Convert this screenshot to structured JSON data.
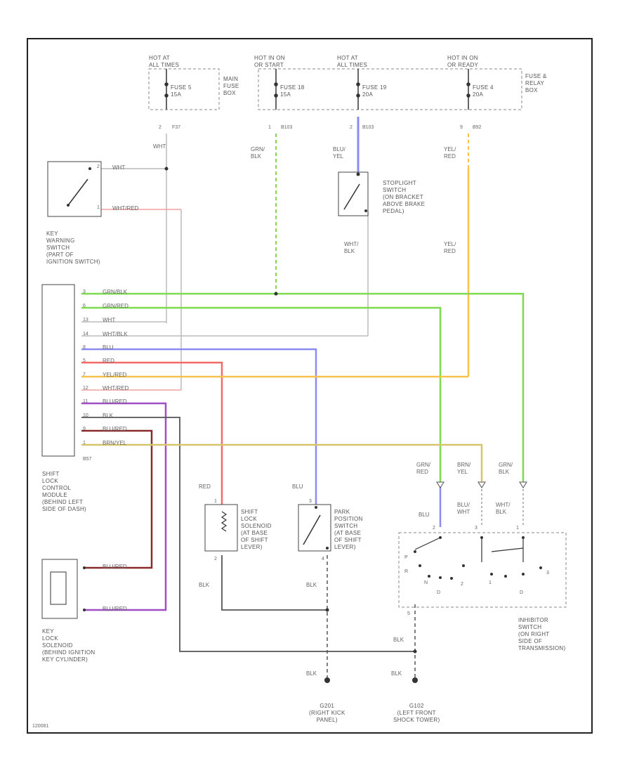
{
  "diagram": {
    "figure_id": "120081",
    "fuses": {
      "f1": {
        "hot": "HOT AT\nALL TIMES",
        "name": "FUSE 5\n15A",
        "box": "MAIN\nFUSE\nBOX",
        "pin": "2",
        "conn": "F37"
      },
      "f2": {
        "hot": "HOT IN ON\nOR START",
        "name": "FUSE 18\n15A",
        "pin": "1",
        "conn": "B103"
      },
      "f3": {
        "hot": "HOT AT\nALL TIMES",
        "name": "FUSE 19\n20A",
        "pin": "2",
        "conn": "B103"
      },
      "f4": {
        "hot": "HOT IN ON\nOR READY",
        "name": "FUSE 4\n20A",
        "box": "FUSE &\nRELAY\nBOX",
        "pin": "9",
        "conn": "B92"
      }
    },
    "wire_labels": {
      "w1": "WHT",
      "w2": "GRN/\nBLK",
      "w3": "BLU/\nYEL",
      "w4": "YEL/\nRED",
      "w5": "WHT/\nBLK",
      "w6": "YEL/\nRED",
      "w7": "GRN/\nRED",
      "w8": "BRN/\nYEL",
      "w9": "GRN/\nBLK",
      "w10": "RED",
      "w11": "BLU",
      "w12": "BLU",
      "w13": "BLU/\nWHT",
      "w14": "WHT/\nBLK",
      "w15": "BLK",
      "w16": "BLK",
      "w17": "BLK",
      "w18": "BLK",
      "w19": "BLK"
    },
    "key_warning": {
      "label": "KEY\nWARNING\nSWITCH\n(PART OF\nIGNITION SWITCH)",
      "pins": [
        {
          "pin": "2",
          "wire": "WHT"
        },
        {
          "pin": "1",
          "wire": "WHT/RED"
        }
      ]
    },
    "stoplight": {
      "label": "STOPLIGHT\nSWITCH\n(ON BRACKET\nABOVE BRAKE\nPEDAL)"
    },
    "module": {
      "label": "SHIFT\nLOCK\nCONTROL\nMODULE\n(BEHIND LEFT\nSIDE OF DASH)",
      "conn": "B57",
      "pins": [
        {
          "pin": "3",
          "wire": "GRN/BLK"
        },
        {
          "pin": "6",
          "wire": "GRN/RED"
        },
        {
          "pin": "13",
          "wire": "WHT"
        },
        {
          "pin": "14",
          "wire": "WHT/BLK"
        },
        {
          "pin": "8",
          "wire": "BLU"
        },
        {
          "pin": "5",
          "wire": "RED"
        },
        {
          "pin": "7",
          "wire": "YEL/RED"
        },
        {
          "pin": "12",
          "wire": "WHT/RED"
        },
        {
          "pin": "11",
          "wire": "BLU/RED"
        },
        {
          "pin": "10",
          "wire": "BLK"
        },
        {
          "pin": "9",
          "wire": "BLU/RED"
        },
        {
          "pin": "1",
          "wire": "BRN/YEL"
        }
      ]
    },
    "shift_lock_solenoid": {
      "label": "SHIFT\nLOCK\nSOLENOID\n(AT BASE\nOF SHIFT\nLEVER)",
      "pin_top": "1",
      "pin_bottom": "2"
    },
    "park_switch": {
      "label": "PARK\nPOSITION\nSWITCH\n(AT BASE\nOF SHIFT\nLEVER)",
      "pin_top": "3",
      "pin_bottom": "4"
    },
    "inhibitor": {
      "label": "INHIBITOR\nSWITCH\n(ON RIGHT\nSIDE OF\nTRANSMISSION)",
      "pins_top": [
        "2",
        "3",
        "1"
      ],
      "pin_bottom": "5",
      "positions": [
        "P",
        "R",
        "N",
        "D",
        "2",
        "1",
        "D",
        "3"
      ]
    },
    "key_lock_solenoid": {
      "label": "KEY\nLOCK\nSOLENOID\n(BEHIND IGNITION\nKEY CYLINDER)",
      "wires": [
        "BLU/RED",
        "BLU/RED"
      ]
    },
    "grounds": [
      {
        "id": "G201",
        "label": "G201\n(RIGHT KICK\nPANEL)",
        "wire": "BLK"
      },
      {
        "id": "G102",
        "label": "G102\n(LEFT FRONT\nSHOCK TOWER)",
        "wire": "BLK"
      }
    ]
  },
  "colors": {
    "green": "#7ddc4e",
    "blue": "#8a8cf4",
    "red": "#f26a6a",
    "yellow": "#f7c24a",
    "dark": "#555555",
    "dark_red": "#8a2a2a",
    "purple": "#a04ec8",
    "pink": "#f0a0a0",
    "olive": "#d8c46a",
    "light": "#bbbbbb"
  }
}
